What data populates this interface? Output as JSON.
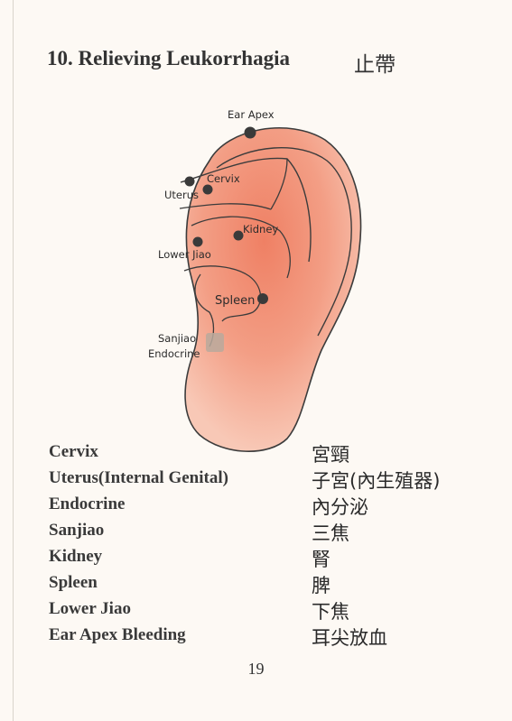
{
  "title": "10. Relieving Leukorrhagia",
  "title_cn": "止帶",
  "colors": {
    "ear_fill": "#f6b39b",
    "ear_center": "#f08a70",
    "point": "#3a3a3a",
    "endocrine_patch": "#b9a99c"
  },
  "ear_labels": {
    "ear_apex": "Ear Apex",
    "cervix": "Cervix",
    "uterus": "Uterus",
    "kidney": "Kidney",
    "lower_jiao": "Lower Jiao",
    "spleen": "Spleen",
    "sanjiao": "Sanjiao",
    "endocrine": "Endocrine"
  },
  "legend": [
    {
      "en": "Cervix",
      "cn": "宮頸"
    },
    {
      "en": "Uterus(Internal Genital)",
      "cn": "子宮(內生殖器)"
    },
    {
      "en": "Endocrine",
      "cn": "內分泌"
    },
    {
      "en": "Sanjiao",
      "cn": "三焦"
    },
    {
      "en": "Kidney",
      "cn": "腎"
    },
    {
      "en": "Spleen",
      "cn": "脾"
    },
    {
      "en": "Lower Jiao",
      "cn": "下焦"
    },
    {
      "en": "Ear Apex Bleeding",
      "cn": "耳尖放血"
    }
  ],
  "page_number": "19"
}
